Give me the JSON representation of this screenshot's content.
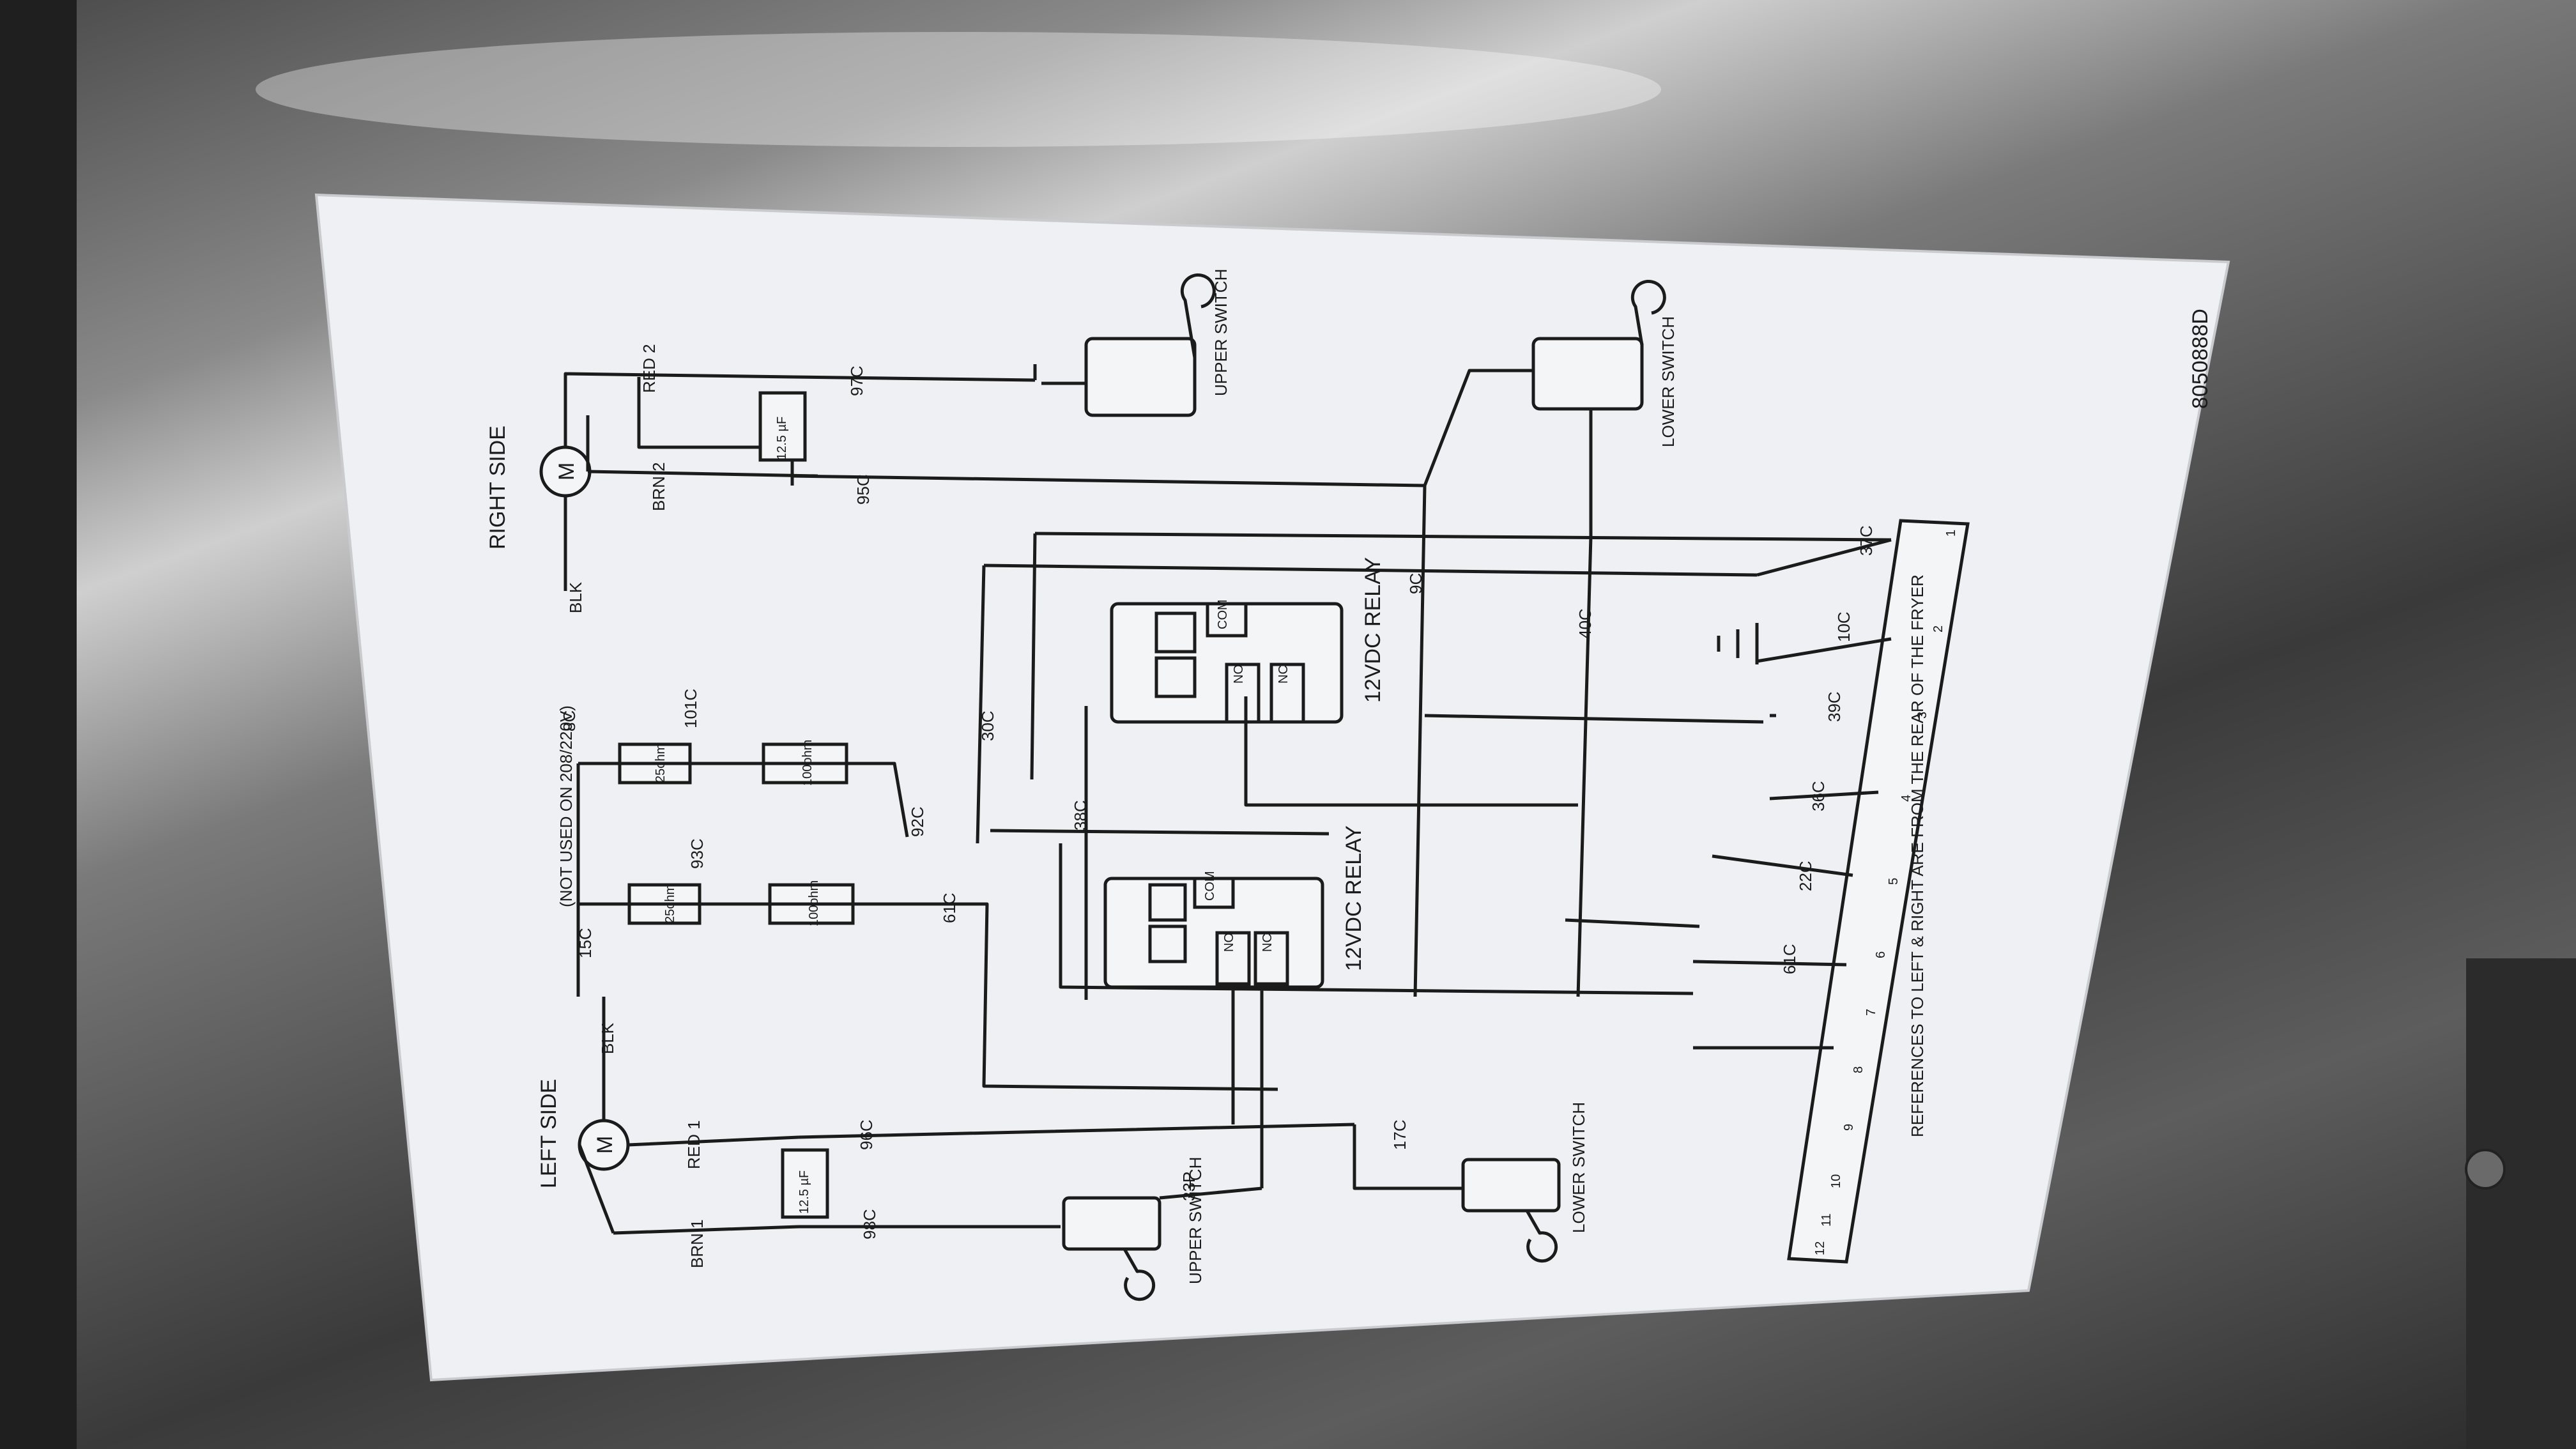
{
  "labels": {
    "right_side": "RIGHT SIDE",
    "left_side": "LEFT SIDE",
    "motor": "M",
    "red2": "RED 2",
    "brn2": "BRN 2",
    "red1": "RED 1",
    "brn1": "BRN 1",
    "blk": "BLK",
    "cap_value": "12.5 µF",
    "w97c": "97C",
    "w95c": "95C",
    "w96c": "96C",
    "w98c": "98C",
    "upper_switch": "UPPER SWITCH",
    "lower_switch": "LOWER SWITCH",
    "nc": "NC",
    "no": "NO",
    "com": "COM",
    "relay": "12VDC RELAY",
    "w8c": "8C",
    "w15c": "15C",
    "w101c": "101C",
    "w93c": "93C",
    "w92c": "92C",
    "w61c": "61C",
    "w30c": "30C",
    "w38c": "38C",
    "w9c": "9C",
    "w40c": "40C",
    "w37c": "37C",
    "w10c": "10C",
    "w39c": "39C",
    "w36c": "36C",
    "w22c": "22C",
    "w17c": "17C",
    "w33p": "33P",
    "r25": "25ohm",
    "r100": "100ohm",
    "not_used": "(NOT USED ON 208/220V)",
    "references": "REFERENCES TO LEFT & RIGHT ARE FROM THE REAR OF THE FRYER",
    "part_number": "8050888D",
    "terminals": [
      "1",
      "2",
      "3",
      "4",
      "5",
      "6",
      "7",
      "8",
      "9",
      "10",
      "11",
      "12"
    ]
  }
}
